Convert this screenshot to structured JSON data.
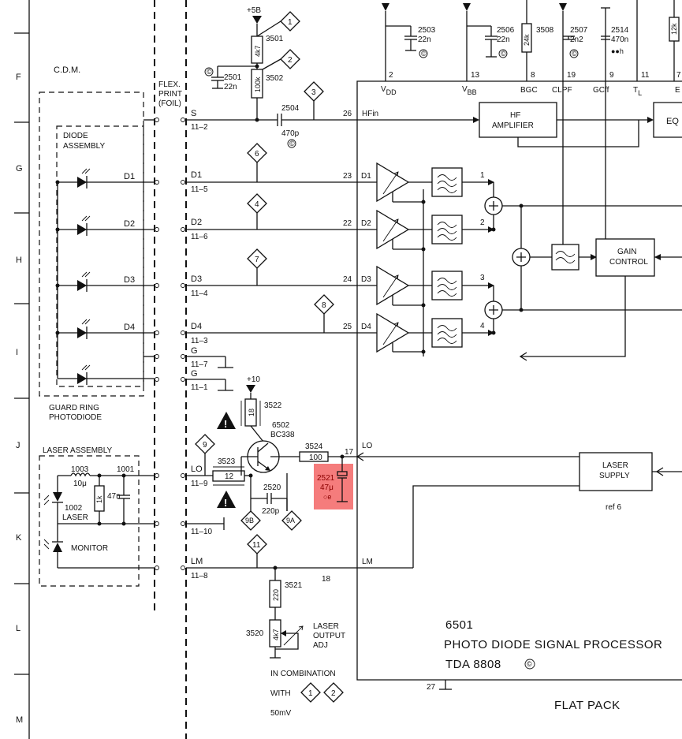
{
  "row_labels": [
    "F",
    "G",
    "H",
    "I",
    "J",
    "K",
    "L",
    "M"
  ],
  "blocks": {
    "cdm": "C.D.M.",
    "flex_print": [
      "FLEX.",
      "PRINT",
      "(FOIL)"
    ],
    "diode_assembly": [
      "DIODE",
      "ASSEMBLY"
    ],
    "guard_ring": [
      "GUARD  RING",
      "PHOTODIODE"
    ],
    "laser_assembly": "LASER  ASSEMBLY",
    "laser": "LASER",
    "monitor": "MONITOR",
    "hf_amplifier": [
      "HF",
      "AMPLIFIER"
    ],
    "eq": "EQ",
    "gain_control": [
      "GAIN",
      "CONTROL"
    ],
    "laser_supply": [
      "LASER",
      "SUPPLY"
    ],
    "laser_supply_ref": "ref  6",
    "chip_ref": "6501",
    "chip_title": "PHOTO  DIODE  SIGNAL  PROCESSOR",
    "chip_part": "TDA  8808",
    "copyright": "©",
    "package": "FLAT  PACK",
    "laser_output": [
      "LASER",
      "OUTPUT",
      "ADJ"
    ],
    "in_combination": "IN  COMBINATION",
    "with": "WITH",
    "with_values": [
      "1",
      "2"
    ],
    "level": "50mV"
  },
  "diodes": [
    {
      "label": "D1",
      "net": "D1",
      "conn": "11–5",
      "pin": "23",
      "pin_label": "D1",
      "marker": "6"
    },
    {
      "label": "D2",
      "net": "D2",
      "conn": "11–6",
      "pin": "22",
      "pin_label": "D2",
      "marker": "4"
    },
    {
      "label": "D3",
      "net": "D3",
      "conn": "11–4",
      "pin": "24",
      "pin_label": "D3",
      "marker": "7"
    },
    {
      "label": "D4",
      "net": "D4",
      "conn": "11–3",
      "pin": "25",
      "pin_label": "D4",
      "marker": "8"
    }
  ],
  "nets": {
    "s": "S",
    "s_conn": "11–2",
    "s_pin": "26",
    "s_pin_label": "HFin",
    "s_marker": "3",
    "g1": "G",
    "g1_conn": "11–7",
    "g2": "G",
    "g2_conn": "11–1",
    "lo": "LO",
    "lo_conn": "11–9",
    "lo_pin": "17",
    "lo_pin_label": "LO",
    "gnd_conn": "11–10",
    "lm": "LM",
    "lm_conn": "11–8",
    "lm_pin": "18",
    "lm_pin_label": "LM",
    "pin27": "27"
  },
  "supply": {
    "plus5": "+5B",
    "plus10": "+10"
  },
  "top_pins": [
    {
      "num": "2",
      "name": "V",
      "sub": "DD"
    },
    {
      "num": "13",
      "name": "V",
      "sub": "BB"
    },
    {
      "num": "8",
      "name": "BGC",
      "sub": ""
    },
    {
      "num": "19",
      "name": "CLPF",
      "sub": ""
    },
    {
      "num": "9",
      "name": "GCff",
      "sub": ""
    },
    {
      "num": "11",
      "name": "T",
      "sub": "L"
    },
    {
      "num": "7",
      "name": "E",
      "sub": ""
    }
  ],
  "adder_nums": [
    "1",
    "2",
    "3",
    "4"
  ],
  "components": {
    "c2503": [
      "2503",
      "22n"
    ],
    "c2506": [
      "2506",
      "22n"
    ],
    "r3508": [
      "3508",
      "24k"
    ],
    "c2507": [
      "2507",
      "2n2"
    ],
    "c2514": [
      "2514",
      "470n",
      "●●h"
    ],
    "r12k": "12k",
    "r3501": [
      "3501",
      "4k7"
    ],
    "r3502": [
      "3502",
      "100k"
    ],
    "c2501": [
      "2501",
      "22n"
    ],
    "c2504": [
      "2504",
      "470p"
    ],
    "l1003": [
      "1003",
      "10μ"
    ],
    "r1001": "1001",
    "r1k": "1k",
    "c47n": "47n",
    "d1002": "1002",
    "r3522": [
      "3522",
      "18"
    ],
    "t6502": [
      "6502",
      "BC338"
    ],
    "r3523": [
      "3523",
      "12"
    ],
    "r3524": [
      "3524",
      "100"
    ],
    "c2520": [
      "2520",
      "220p"
    ],
    "c2521": [
      "2521",
      "47μ",
      "○e"
    ],
    "r3521": [
      "3521",
      "220"
    ],
    "r3520": [
      "3520",
      "4k7"
    ]
  },
  "markers": {
    "m1": "1",
    "m2": "2",
    "m9": "9",
    "m9a": "9A",
    "m9b": "9B",
    "m11": "11"
  },
  "highlight_color": "#f25050"
}
